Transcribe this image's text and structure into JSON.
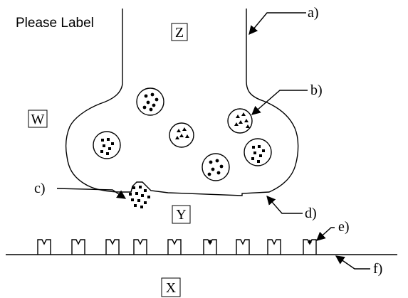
{
  "title": "Please Label",
  "regions": {
    "z": "Z",
    "w": "W",
    "y": "Y",
    "x": "X"
  },
  "labels": {
    "a": "a)",
    "b": "b)",
    "c": "c)",
    "d": "d)",
    "e": "e)",
    "f": "f)"
  }
}
